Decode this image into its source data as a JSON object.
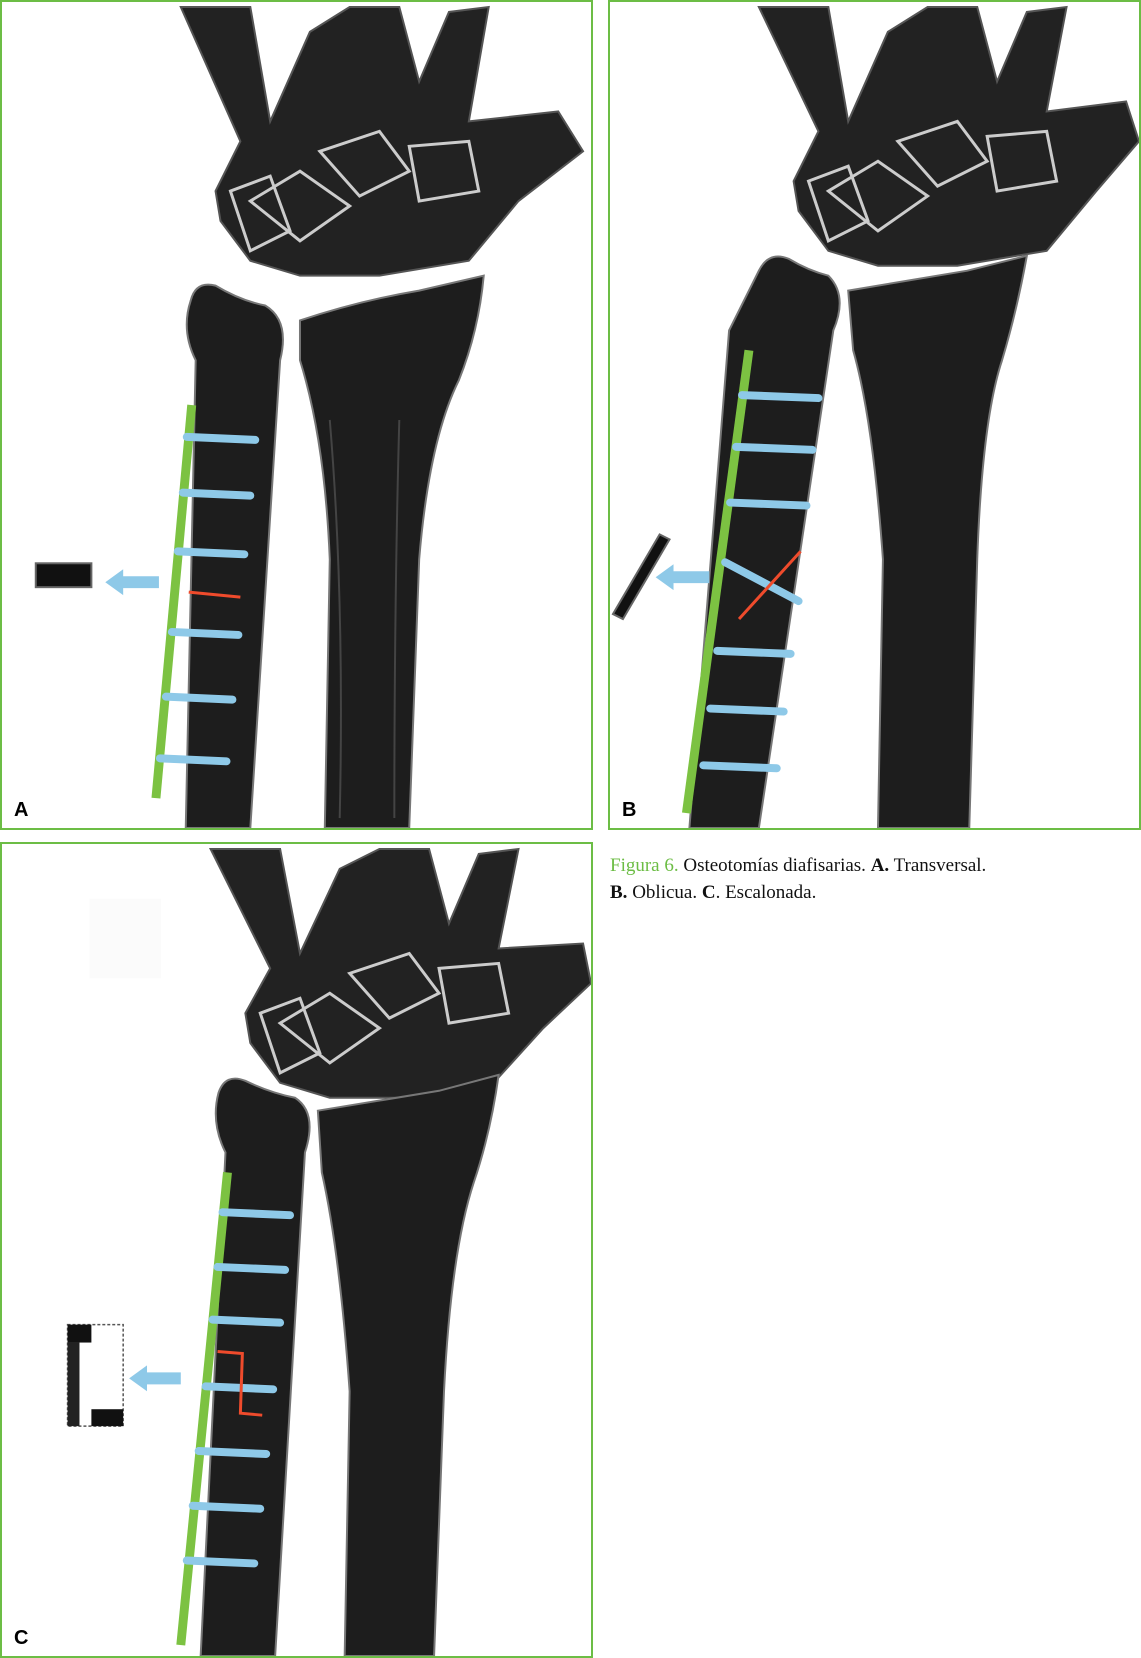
{
  "panels": [
    {
      "letter": "A",
      "osteotomy": "transverse"
    },
    {
      "letter": "B",
      "osteotomy": "oblique"
    },
    {
      "letter": "C",
      "osteotomy": "step-cut"
    }
  ],
  "caption": {
    "figure_label": "Figura 6.",
    "title": "Osteotomías diafisarias.",
    "a_letter": "A.",
    "a_text": "Transversal.",
    "b_letter": "B.",
    "b_text": "Oblicua.",
    "c_letter": "C",
    "c_text": ". Escalonada."
  },
  "colors": {
    "frame": "#6cbd45",
    "plate": "#7cc242",
    "screw": "#8ec9e8",
    "cut_line": "#ef4b2c",
    "bone": "#1d1d1d"
  }
}
